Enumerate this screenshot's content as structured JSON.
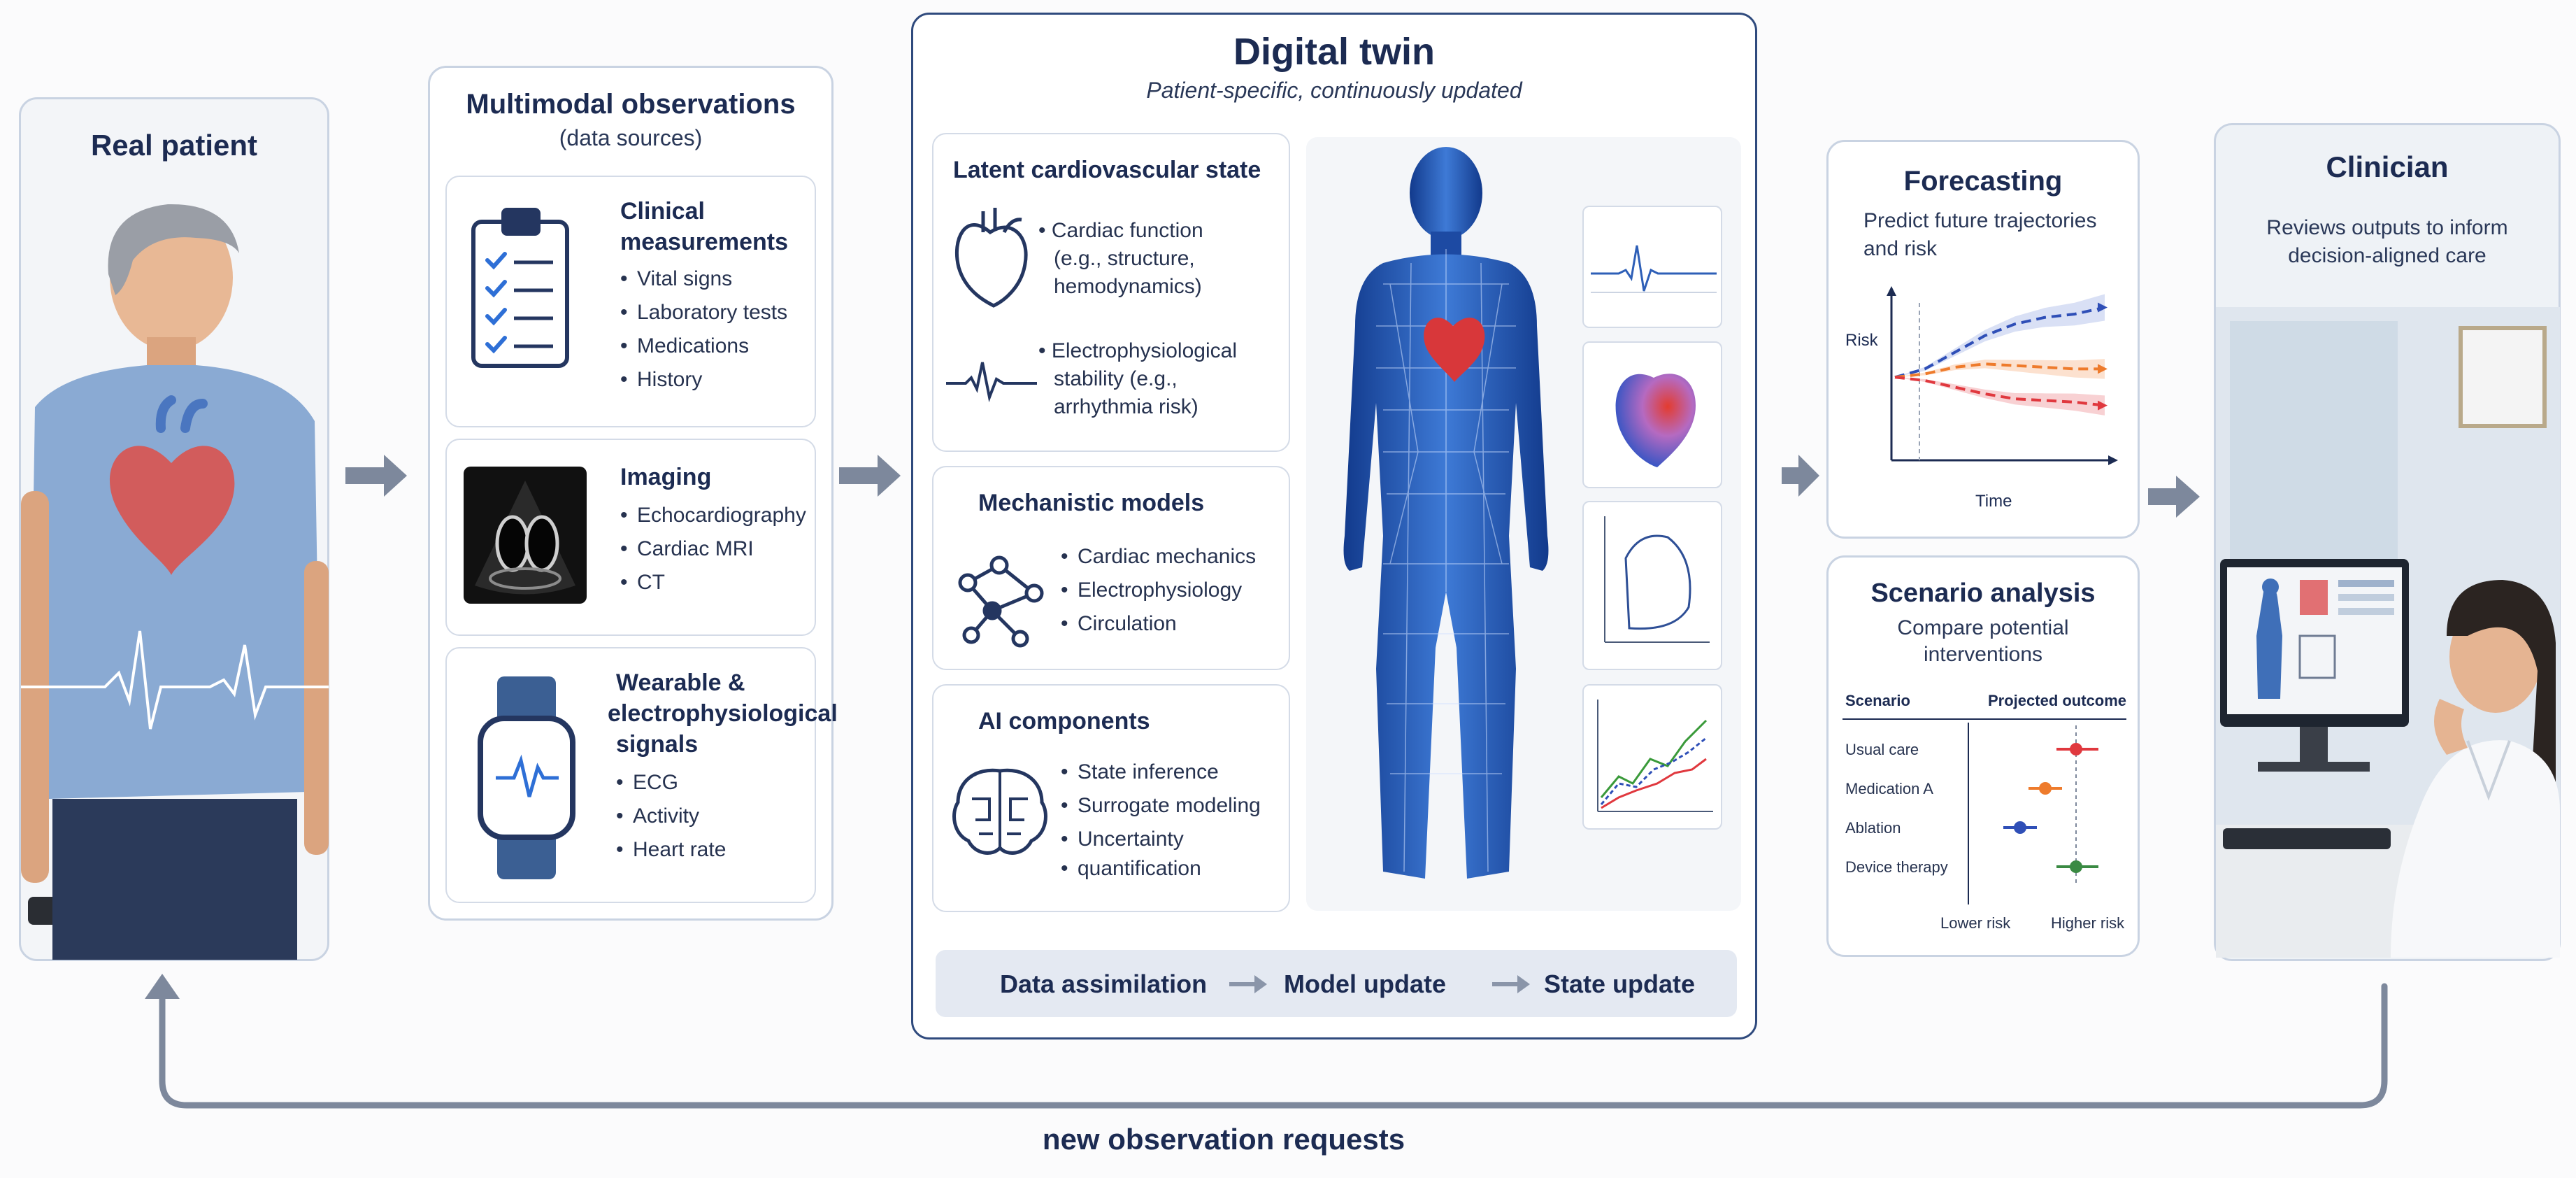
{
  "colors": {
    "navy": "#1c2b52",
    "border": "#c9d3e2",
    "arrow_gray": "#6f7c93",
    "twin_blue": "#2559b8",
    "heart_red": "#d8373a",
    "forecast_blue": "#2f4fb7",
    "forecast_orange": "#ee7b2c",
    "forecast_red": "#e0383e",
    "scenario_green": "#3a8a43"
  },
  "patient": {
    "title": "Real patient"
  },
  "observations": {
    "title": "Multimodal observations",
    "subtitle": "(data sources)",
    "clinical": {
      "title_line1": "Clinical",
      "title_line2": "measurements",
      "items": [
        "Vital signs",
        "Laboratory tests",
        "Medications",
        "History"
      ]
    },
    "imaging": {
      "title": "Imaging",
      "items": [
        "Echocardiography",
        "Cardiac MRI",
        "CT"
      ]
    },
    "wearable": {
      "title_line1": "Wearable &",
      "title_line2": "electrophysiological",
      "title_line3": "signals",
      "items": [
        "ECG",
        "Activity",
        "Heart rate"
      ]
    }
  },
  "twin": {
    "title": "Digital twin",
    "subtitle": "Patient-specific, continuously updated",
    "latent": {
      "title": "Latent cardiovascular state",
      "item1": [
        "Cardiac function",
        "(e.g., structure,",
        "hemodynamics)"
      ],
      "item2": [
        "Electrophysiological",
        "stability (e.g.,",
        "arrhythmia risk)"
      ]
    },
    "mechanistic": {
      "title": "Mechanistic models",
      "items": [
        "Cardiac mechanics",
        "Electrophysiology",
        "Circulation"
      ]
    },
    "ai": {
      "title": "AI components",
      "items": [
        "State inference",
        "Surrogate modeling",
        "Uncertainty",
        "quantification"
      ]
    },
    "loop": {
      "step1": "Data assimilation",
      "step2": "Model update",
      "step3": "State update"
    }
  },
  "forecasting": {
    "title": "Forecasting",
    "desc_line1": "Predict future trajectories",
    "desc_line2": "and risk",
    "ylabel": "Risk",
    "xlabel": "Time"
  },
  "scenario": {
    "title": "Scenario analysis",
    "desc_line1": "Compare potential",
    "desc_line2": "interventions",
    "col1": "Scenario",
    "col2": "Projected outcome",
    "rows": [
      "Usual care",
      "Medication A",
      "Ablation",
      "Device therapy"
    ],
    "axis_low": "Lower risk",
    "axis_high": "Higher risk"
  },
  "clinician": {
    "title": "Clinician",
    "desc_line1": "Reviews outputs to inform",
    "desc_line2": "decision-aligned care"
  },
  "feedback": {
    "label": "new observation requests"
  },
  "chart_data": [
    {
      "type": "line",
      "title": "",
      "xlabel": "Time",
      "ylabel": "Risk",
      "series": [
        {
          "values": [
            0.5,
            0.55,
            0.65,
            0.75,
            0.82,
            0.86,
            0.88,
            0.92
          ]
        },
        {
          "values": [
            0.5,
            0.52,
            0.56,
            0.58,
            0.57,
            0.56,
            0.55,
            0.55
          ]
        },
        {
          "values": [
            0.5,
            0.48,
            0.44,
            0.4,
            0.37,
            0.36,
            0.35,
            0.33
          ]
        }
      ]
    },
    {
      "type": "scatter",
      "title": "",
      "xlabel": "",
      "ylabel": "",
      "categories": [
        "Usual care",
        "Medication A",
        "Ablation",
        "Device therapy"
      ],
      "estimates": [
        0.72,
        0.5,
        0.32,
        0.72
      ],
      "lower": [
        0.58,
        0.38,
        0.2,
        0.58
      ],
      "upper": [
        0.88,
        0.62,
        0.44,
        0.88
      ],
      "reference": 0.72
    }
  ]
}
